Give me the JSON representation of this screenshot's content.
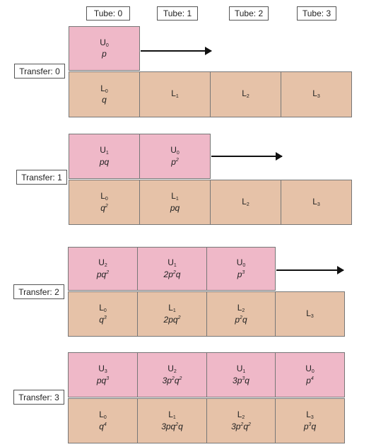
{
  "tubes": [
    "Tube: 0",
    "Tube: 1",
    "Tube: 2",
    "Tube: 3"
  ],
  "transfers": [
    {
      "label": "Transfer: 0",
      "upper": [
        {
          "name": "U",
          "sub": "0",
          "expr": "p"
        }
      ],
      "lower": [
        {
          "name": "L",
          "sub": "0",
          "expr": "q"
        },
        {
          "name": "L",
          "sub": "1",
          "expr": ""
        },
        {
          "name": "L",
          "sub": "2",
          "expr": ""
        },
        {
          "name": "L",
          "sub": "3",
          "expr": ""
        }
      ]
    },
    {
      "label": "Transfer: 1",
      "upper": [
        {
          "name": "U",
          "sub": "1",
          "expr": "pq"
        },
        {
          "name": "U",
          "sub": "0",
          "expr": "p²"
        }
      ],
      "lower": [
        {
          "name": "L",
          "sub": "0",
          "expr": "q²"
        },
        {
          "name": "L",
          "sub": "1",
          "expr": "pq"
        },
        {
          "name": "L",
          "sub": "2",
          "expr": ""
        },
        {
          "name": "L",
          "sub": "3",
          "expr": ""
        }
      ]
    },
    {
      "label": "Transfer: 2",
      "upper": [
        {
          "name": "U",
          "sub": "2",
          "expr": "pq²"
        },
        {
          "name": "U",
          "sub": "1",
          "expr": "2p²q"
        },
        {
          "name": "U",
          "sub": "0",
          "expr": "p³"
        }
      ],
      "lower": [
        {
          "name": "L",
          "sub": "0",
          "expr": "q³"
        },
        {
          "name": "L",
          "sub": "1",
          "expr": "2pq²"
        },
        {
          "name": "L",
          "sub": "2",
          "expr": "p²q"
        },
        {
          "name": "L",
          "sub": "3",
          "expr": ""
        }
      ]
    },
    {
      "label": "Transfer: 3",
      "upper": [
        {
          "name": "U",
          "sub": "3",
          "expr": "pq³"
        },
        {
          "name": "U",
          "sub": "2",
          "expr": "3p²q²"
        },
        {
          "name": "U",
          "sub": "1",
          "expr": "3p³q"
        },
        {
          "name": "U",
          "sub": "0",
          "expr": "p⁴"
        }
      ],
      "lower": [
        {
          "name": "L",
          "sub": "0",
          "expr": "q⁴"
        },
        {
          "name": "L",
          "sub": "1",
          "expr": "3pq²q"
        },
        {
          "name": "L",
          "sub": "2",
          "expr": "3p²q²"
        },
        {
          "name": "L",
          "sub": "3",
          "expr": "p³q"
        }
      ]
    }
  ],
  "colors": {
    "upper_phase": "#efb8c8",
    "lower_phase": "#e6c2a8"
  }
}
